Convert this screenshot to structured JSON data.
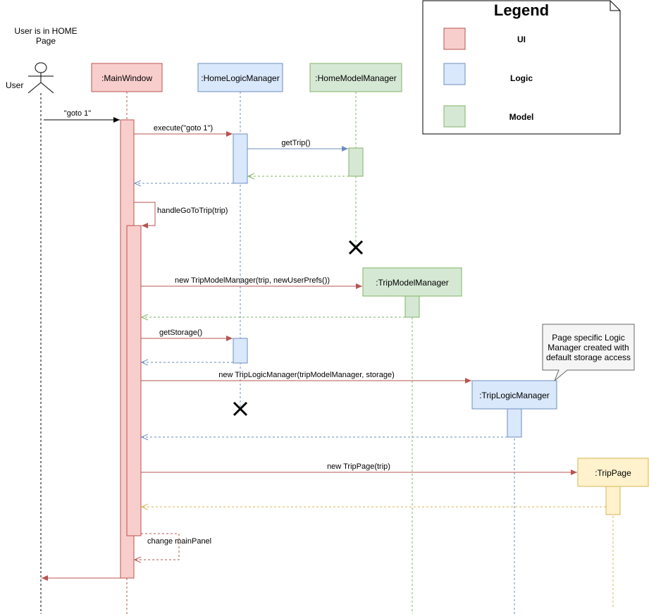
{
  "colors": {
    "ui_fill": "#f8cecc",
    "ui_stroke": "#b85450",
    "logic_fill": "#dae8fc",
    "logic_stroke": "#6c8ebf",
    "model_fill": "#d5e8d4",
    "model_stroke": "#82b366",
    "page_fill": "#fff2cc",
    "page_stroke": "#d6b656",
    "note_fill": "#f5f5f5",
    "note_stroke": "#666666"
  },
  "legend": {
    "title": "Legend",
    "items": [
      {
        "label": "UI",
        "color_key": "ui"
      },
      {
        "label": "Logic",
        "color_key": "logic"
      },
      {
        "label": "Model",
        "color_key": "model"
      }
    ]
  },
  "actor": {
    "label": "User",
    "note_line1": "User is in HOME",
    "note_line2": "Page"
  },
  "participants": {
    "main_window": ":MainWindow",
    "home_logic": ":HomeLogicManager",
    "home_model": ":HomeModelManager",
    "trip_model": ":TripModelManager",
    "trip_logic": ":TripLogicManager",
    "trip_page": ":TripPage"
  },
  "messages": {
    "goto": "\"goto 1\"",
    "execute": "execute(\"goto 1\")",
    "get_trip": "getTrip()",
    "handle_go_to_trip": "handleGoToTrip(trip)",
    "new_trip_model": "new TripModelManager(trip, newUserPrefs())",
    "get_storage": "getStorage()",
    "new_trip_logic": "new TripLogicManager(tripModelManager, storage)",
    "new_trip_page": "new TripPage(trip)",
    "change_main_panel": "change mainPanel"
  },
  "note": {
    "line1": "Page specific Logic",
    "line2": "Manager created with",
    "line3": "default storage access"
  }
}
